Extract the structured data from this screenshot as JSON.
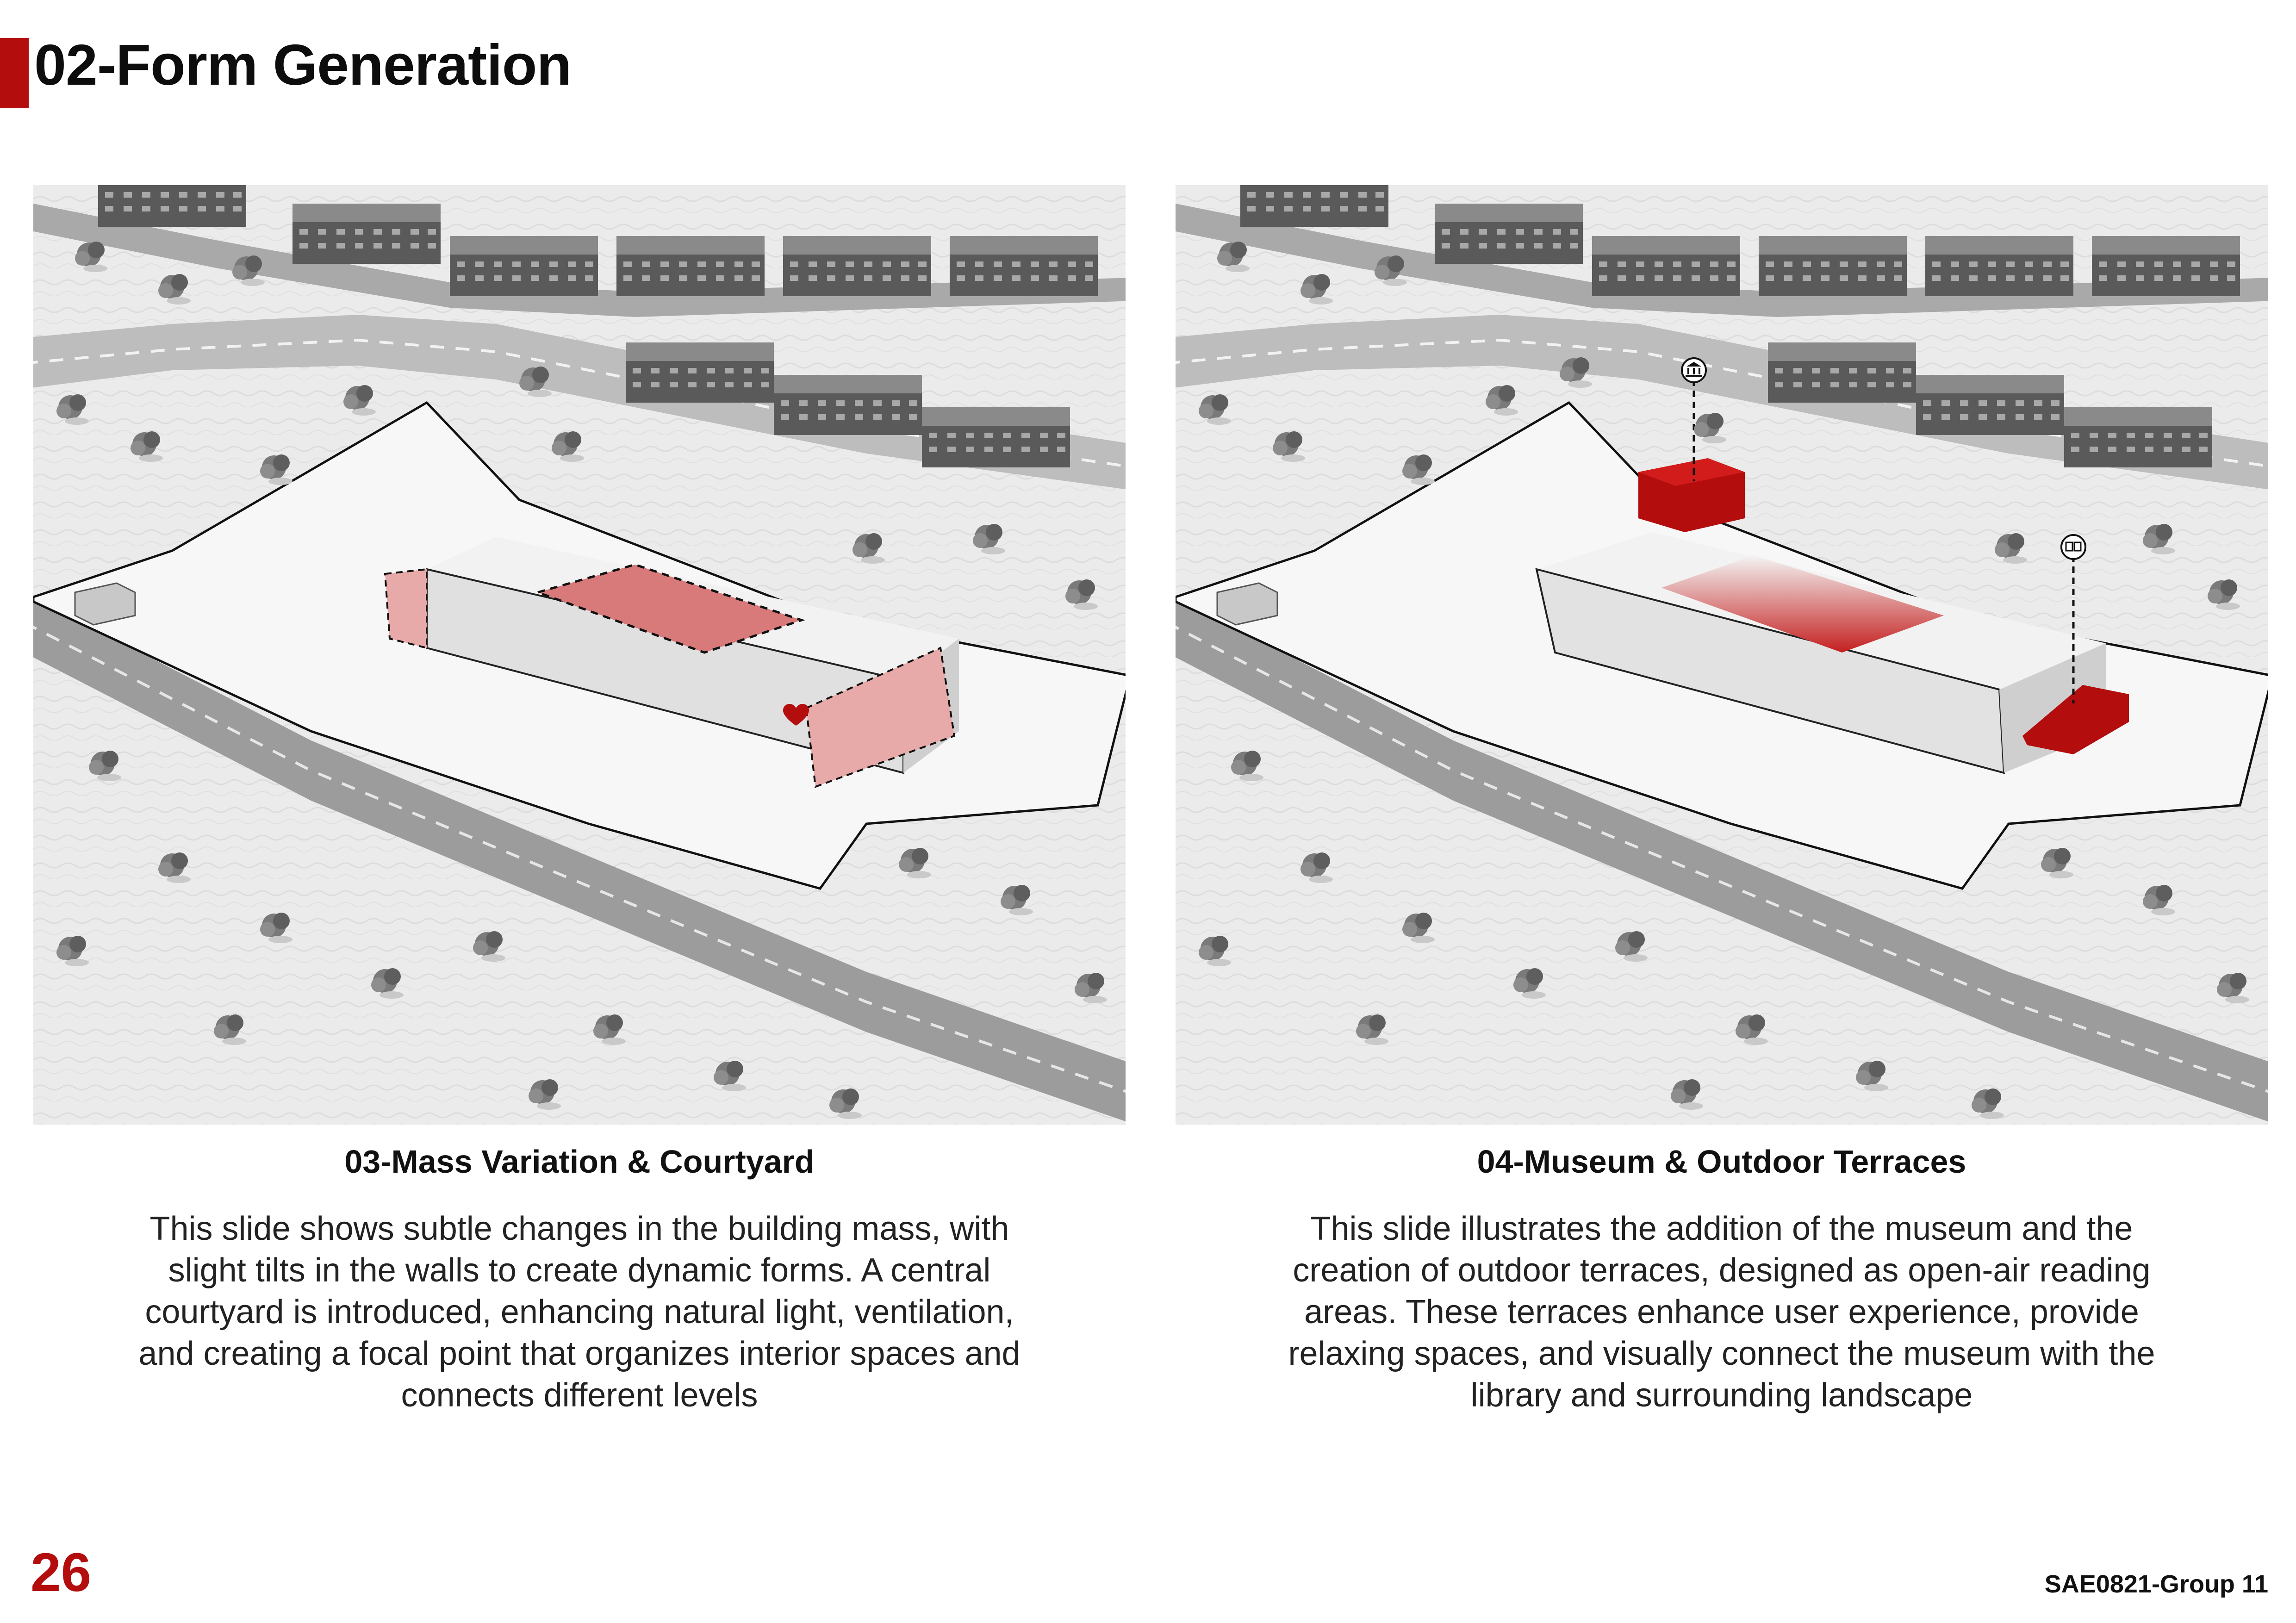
{
  "header": {
    "title": "02-Form Generation",
    "accent_color": "#b30d0d"
  },
  "panels": [
    {
      "heading": "03-Mass Variation & Courtyard",
      "description": "This slide shows subtle changes in the building mass, with slight tilts in the walls to create dynamic forms. A central courtyard is introduced, enhancing natural light, ventilation, and creating a focal point that organizes interior spaces and connects different levels"
    },
    {
      "heading": "04-Museum & Outdoor Terraces",
      "description": "This slide illustrates the addition of the museum and the creation of outdoor terraces, designed as open-air reading areas. These terraces enhance user experience, provide relaxing spaces, and visually connect the museum with the library and surrounding landscape"
    }
  ],
  "footer": {
    "page_number": "26",
    "group_code": "SAE0821-Group 11"
  },
  "colors": {
    "highlight_red": "#b30d0d",
    "translucent_red": "#e8a9a9",
    "ground": "#e9e9e9"
  },
  "icons": [
    "museum-icon",
    "reading-icon",
    "heart-icon"
  ]
}
